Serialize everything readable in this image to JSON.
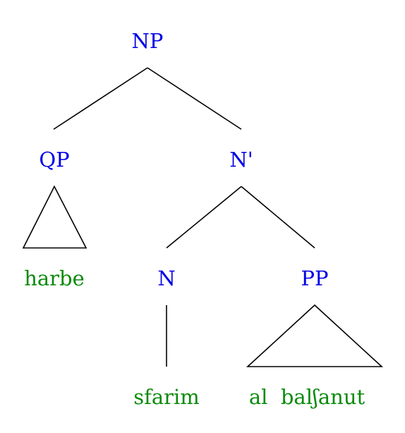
{
  "colors": {
    "category": "#0000e6",
    "word": "#0a8a0a",
    "line": "#000000"
  },
  "tree": {
    "root": "NP",
    "quantifier_phrase": "QP",
    "n_bar": "N'",
    "noun": "N",
    "prepositional_phrase": "PP",
    "leaves": {
      "quantifier": "harbe",
      "noun": "sfarim",
      "pp": "al  balʃanut"
    }
  }
}
